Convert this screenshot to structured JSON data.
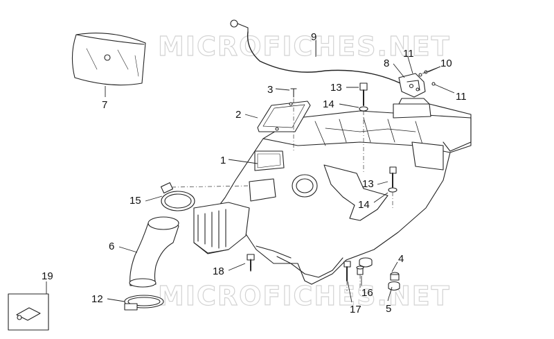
{
  "diagram": {
    "callouts": [
      {
        "id": "1",
        "label": "1"
      },
      {
        "id": "2",
        "label": "2"
      },
      {
        "id": "3",
        "label": "3"
      },
      {
        "id": "4",
        "label": "4"
      },
      {
        "id": "5",
        "label": "5"
      },
      {
        "id": "6",
        "label": "6"
      },
      {
        "id": "7",
        "label": "7"
      },
      {
        "id": "8",
        "label": "8"
      },
      {
        "id": "9",
        "label": "9"
      },
      {
        "id": "10",
        "label": "10"
      },
      {
        "id": "11a",
        "label": "11"
      },
      {
        "id": "11b",
        "label": "11"
      },
      {
        "id": "12",
        "label": "12"
      },
      {
        "id": "13a",
        "label": "13"
      },
      {
        "id": "13b",
        "label": "13"
      },
      {
        "id": "14a",
        "label": "14"
      },
      {
        "id": "14b",
        "label": "14"
      },
      {
        "id": "15",
        "label": "15"
      },
      {
        "id": "16",
        "label": "16"
      },
      {
        "id": "17",
        "label": "17"
      },
      {
        "id": "18",
        "label": "18"
      },
      {
        "id": "19",
        "label": "19"
      }
    ],
    "watermark": "MICROFICHES.NET",
    "colors": {
      "line": "#222222",
      "fill": "#ffffff",
      "watermark": "#cfcfcf"
    }
  }
}
